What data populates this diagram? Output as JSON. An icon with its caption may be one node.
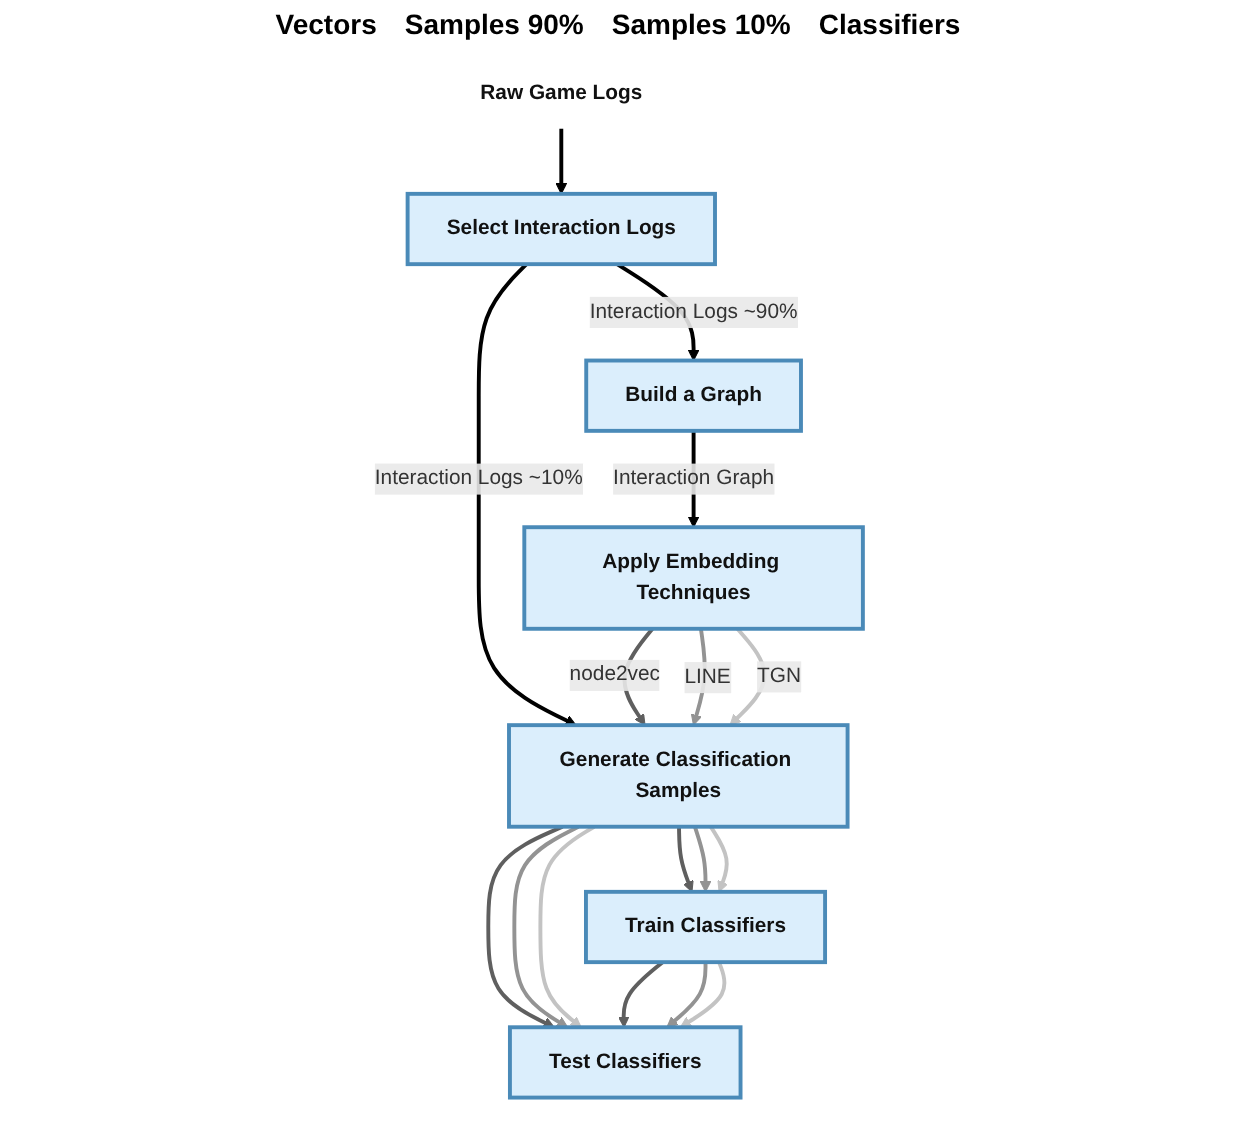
{
  "diagram": {
    "nodes": [
      {
        "text": [
          "Raw Game Logs"
        ]
      },
      {
        "text": [
          "Select Interaction Logs"
        ]
      },
      {
        "text": [
          "Build a Graph"
        ]
      },
      {
        "text": [
          "Generate Classification Samples"
        ]
      },
      {
        "text": [
          "Apply Embedding Techniques"
        ]
      },
      {
        "text": [
          "Train Classifiers"
        ]
      },
      {
        "text": [
          "Test Classifiers"
        ]
      }
    ],
    "edges": [
      {
        "from": 0,
        "to": 1,
        "arrow": "to",
        "color": "#000000"
      },
      {
        "from": 1,
        "to": 2,
        "arrow": "to",
        "label": "Interaction Logs ~90%",
        "color": "#000000"
      },
      {
        "from": 1,
        "to": 3,
        "arrow": "to",
        "label": "Interaction Logs ~10%",
        "color": "#000000"
      },
      {
        "from": 2,
        "to": 4,
        "arrow": "to",
        "label": "Interaction Graph",
        "color": "#000000"
      },
      {
        "from": 4,
        "to": 3,
        "arrow": "to",
        "label": "node2vec",
        "color": "#5f5f5f"
      },
      {
        "from": 4,
        "to": 3,
        "arrow": "to",
        "label": "LINE",
        "color": "#939393"
      },
      {
        "from": 4,
        "to": 3,
        "arrow": "to",
        "label": "TGN",
        "color": "#c3c3c3"
      },
      {
        "from": 3,
        "to": 5,
        "arrow": "to",
        "color": "#5f5f5f"
      },
      {
        "from": 3,
        "to": 5,
        "arrow": "to",
        "color": "#939393"
      },
      {
        "from": 3,
        "to": 5,
        "arrow": "to",
        "color": "#c3c3c3"
      },
      {
        "from": 3,
        "to": 6,
        "arrow": "to",
        "color": "#5f5f5f"
      },
      {
        "from": 3,
        "to": 6,
        "arrow": "to",
        "color": "#939393"
      },
      {
        "from": 3,
        "to": 6,
        "arrow": "to",
        "color": "#c3c3c3"
      },
      {
        "from": 5,
        "to": 6,
        "arrow": "to",
        "color": "#5f5f5f"
      },
      {
        "from": 5,
        "to": 6,
        "arrow": "to",
        "color": "#939393"
      },
      {
        "from": 5,
        "to": 6,
        "arrow": "to",
        "color": "#c3c3c3"
      }
    ],
    "labels": [
      "Vectors",
      "Samples 90%",
      "Samples 10%",
      "Classifiers"
    ]
  }
}
